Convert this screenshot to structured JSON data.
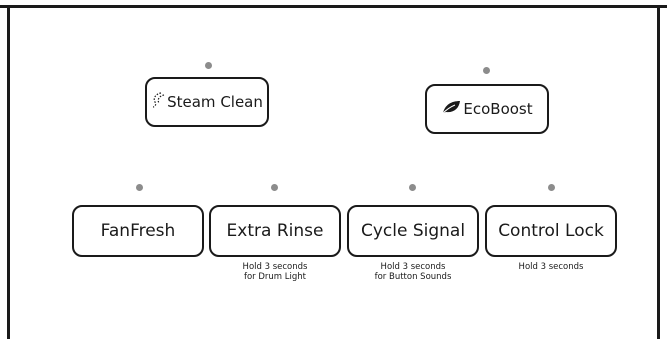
{
  "buttons": {
    "steam_clean": {
      "label": "Steam Clean",
      "icon": "steam-icon"
    },
    "ecoboost": {
      "label": "EcoBoost",
      "icon": "leaf-icon"
    },
    "fanfresh": {
      "label": "FanFresh"
    },
    "extra_rinse": {
      "label": "Extra Rinse",
      "hint_line1": "Hold 3 seconds",
      "hint_line2": "for Drum Light"
    },
    "cycle_signal": {
      "label": "Cycle Signal",
      "hint_line1": "Hold 3 seconds",
      "hint_line2": "for Button Sounds"
    },
    "control_lock": {
      "label": "Control Lock",
      "hint_line1": "Hold 3 seconds"
    }
  },
  "colors": {
    "outline": "#1a1a1a",
    "indicator": "#8c8c8c"
  }
}
